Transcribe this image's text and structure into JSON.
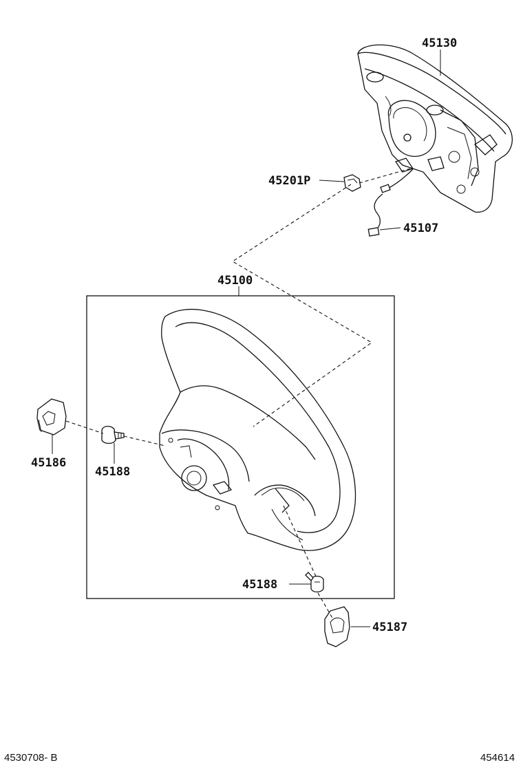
{
  "parts": {
    "p45130": "45130",
    "p45201p": "45201P",
    "p45107": "45107",
    "p45100": "45100",
    "p45186": "45186",
    "p45188a": "45188",
    "p45188b": "45188",
    "p45187": "45187"
  },
  "footer": {
    "left_code": "4530708- B",
    "right_code": "454614"
  },
  "icons": {
    "airbag": "airbag-module-icon",
    "wheel": "steering-wheel-icon",
    "nut": "nut-icon",
    "harness": "wire-harness-icon",
    "left_cover": "left-cover-icon",
    "right_cover": "right-cover-icon",
    "screw": "screw-icon"
  }
}
